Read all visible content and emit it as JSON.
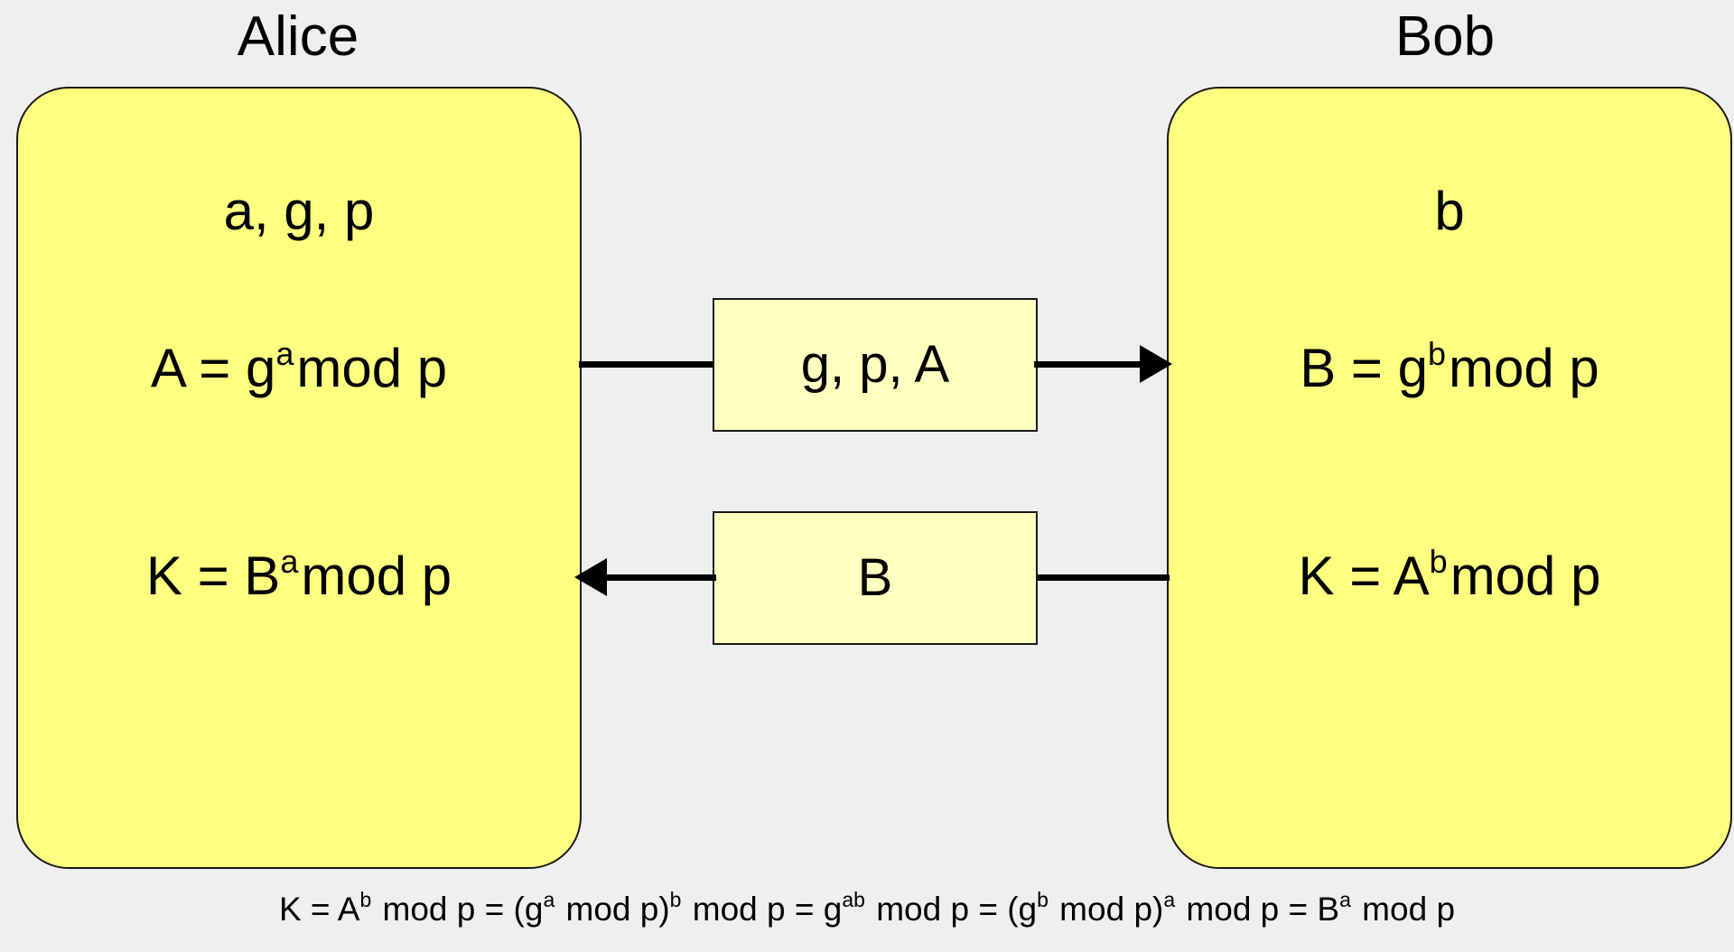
{
  "diagram": {
    "title_implicit": "Diffie-Hellman key exchange",
    "background_color": "#efefef",
    "party_fill_color": "#ffff80",
    "message_fill_color": "#ffffbf",
    "stroke_color": "#191919"
  },
  "alice": {
    "label": "Alice",
    "secret_line": "a, g, p",
    "public_key": {
      "prefix": "A = g",
      "exponent": "a",
      "suffix": "mod p"
    },
    "shared_key": {
      "prefix": "K = B",
      "exponent": "a",
      "suffix": "mod p"
    }
  },
  "bob": {
    "label": "Bob",
    "secret_line": "b",
    "public_key": {
      "prefix": "B = g",
      "exponent": "b",
      "suffix": "mod p"
    },
    "shared_key": {
      "prefix": "K = A",
      "exponent": "b",
      "suffix": "mod p"
    }
  },
  "messages": [
    {
      "id": "message-alice-to-bob",
      "label": "g, p, A",
      "direction": "left-to-right"
    },
    {
      "id": "message-bob-to-alice",
      "label": "B",
      "direction": "right-to-left"
    }
  ],
  "bottom_equation": {
    "parts": [
      {
        "text": "K = A",
        "sup": "b"
      },
      {
        "text": " mod p = (g",
        "sup": "a"
      },
      {
        "text": " mod p)",
        "sup": "b"
      },
      {
        "text": " mod p = g",
        "sup": "ab"
      },
      {
        "text": " mod p = (g",
        "sup": "b"
      },
      {
        "text": " mod p)",
        "sup": "a"
      },
      {
        "text": " mod p = B",
        "sup": "a"
      },
      {
        "text": " mod p",
        "sup": ""
      }
    ],
    "plain": "K = A^b mod p = (g^a mod p)^b mod p = g^ab mod p = (g^b mod p)^a mod p = B^a mod p"
  }
}
